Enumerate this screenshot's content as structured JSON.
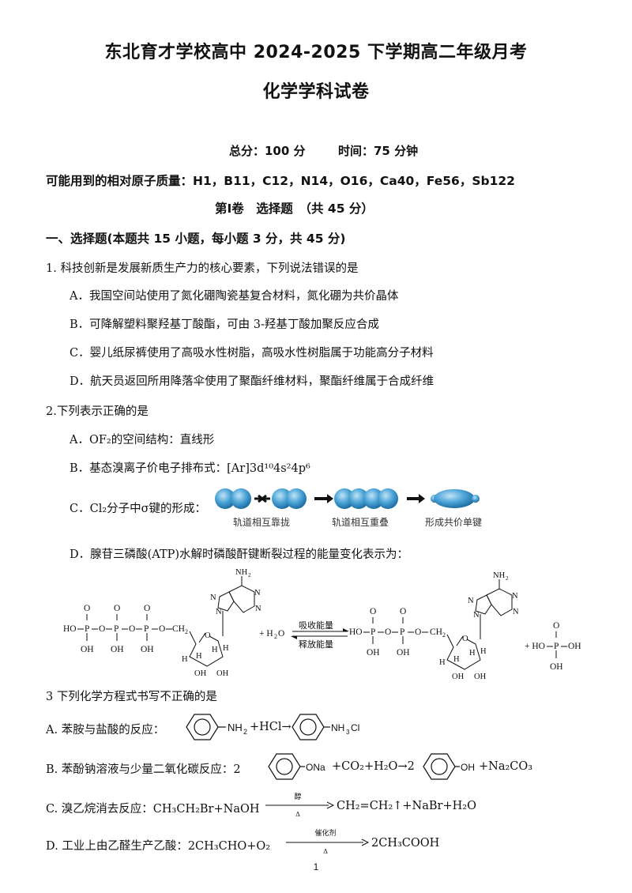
{
  "header": {
    "title": "东北育才学校高中 2024-2025 下学期高二年级月考",
    "subtitle": "化学学科试卷",
    "total": "总分：100 分",
    "time": "时间：75 分钟",
    "atomic_masses": "可能用到的相对原子质量：H1，B11，C12，N14，O16，Ca40，Fe56，Sb122"
  },
  "section": {
    "volume": "第Ⅰ卷　选择题　（共 45 分）",
    "heading": "一、选择题(本题共 15 小题，每小题 3 分，共 45 分)"
  },
  "q1": {
    "stem": "1. 科技创新是发展新质生产力的核心要素，下列说法错误的是",
    "options": [
      "A．我国空间站使用了氮化硼陶瓷基复合材料，氮化硼为共价晶体",
      "B．可降解塑料聚羟基丁酸酯，可由 3-羟基丁酸加聚反应合成",
      "C．婴儿纸尿裤使用了高吸水性树脂，高吸水性树脂属于功能高分子材料",
      "D．航天员返回所用降落伞使用了聚酯纤维材料，聚酯纤维属于合成纤维"
    ]
  },
  "q2": {
    "stem": "2.下列表示正确的是",
    "a": "A．OF₂的空间结构：直线形",
    "b": "B．基态溴离子价电子排布式：[Ar]3d¹⁰4s²4p⁶",
    "c": "C．Cl₂分子中σ键的形成：",
    "c_labels": [
      "轨道相互靠拢",
      "轨道相互重叠",
      "形成共价单键"
    ],
    "d": "D．腺苷三磷酸(ATP)水解时磷酸酐键断裂过程的能量变化表示为：",
    "arrow_top": "吸收能量",
    "arrow_bottom": "释放能量"
  },
  "q3": {
    "stem": "3  下列化学方程式书写不正确的是",
    "a_label": "A. 苯胺与盐酸的反应：",
    "a_mid": "+HCl→",
    "b_label": "B. 苯酚钠溶液与少量二氧化碳反应：2",
    "b_mid": "+CO₂+H₂O→2",
    "b_end": "+Na₂CO₃",
    "c_left": "C. 溴乙烷消去反应：CH₃CH₂Br+NaOH",
    "c_cond_top": "醇",
    "c_cond_bottom": "Δ",
    "c_right": "CH₂=CH₂↑+NaBr+H₂O",
    "d_left": "D. 工业上由乙醛生产乙酸：2CH₃CHO+O₂",
    "d_cond_top": "催化剂",
    "d_cond_bottom": "Δ",
    "d_right": "2CH₃COOH"
  },
  "footer": {
    "page": "1"
  }
}
